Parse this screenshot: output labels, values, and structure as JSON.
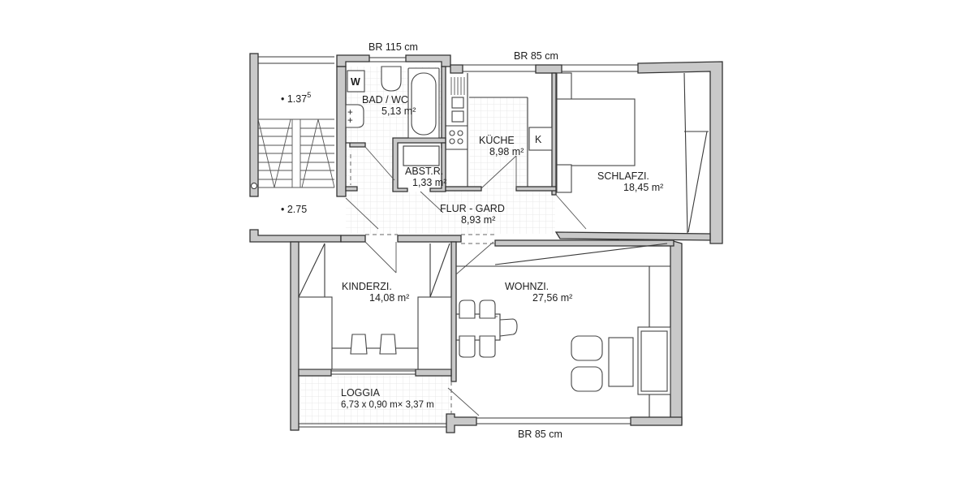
{
  "plan": {
    "dimensions": {
      "top_left": "BR 115 cm",
      "top_right": "BR 85 cm",
      "bottom": "BR 85 cm"
    },
    "stairwell": {
      "level_upper": "• 1.37",
      "level_upper_sup": "5",
      "level_lower": "• 2.75"
    },
    "rooms": {
      "bad": {
        "name": "BAD / WC",
        "area": "5,13 m²"
      },
      "abstell": {
        "name": "ABST.R.",
        "area": "1,33 m²"
      },
      "kueche": {
        "name": "KÜCHE",
        "area": "8,98 m²"
      },
      "flur": {
        "name": "FLUR - GARD",
        "area": "8,93 m²"
      },
      "schlaf": {
        "name": "SCHLAFZI.",
        "area": "18,45 m²"
      },
      "kinder": {
        "name": "KINDERZI.",
        "area": "14,08 m²"
      },
      "wohn": {
        "name": "WOHNZI.",
        "area": "27,56 m²"
      },
      "loggia": {
        "name": "LOGGIA",
        "area": "6,73 x 0,90 m× 3,37 m"
      }
    },
    "fixtures": {
      "washer": "W",
      "fridge": "K"
    },
    "colors": {
      "wall_fill": "#c9c9c9",
      "line": "#3a3a3a",
      "tile_grid": "#e4e4e4",
      "background": "#ffffff"
    }
  }
}
